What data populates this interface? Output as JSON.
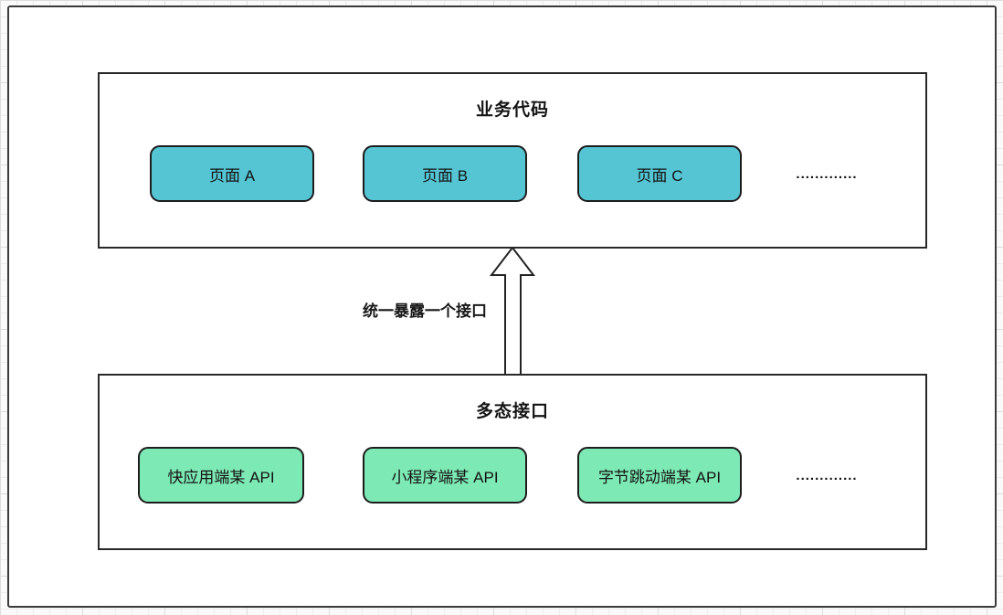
{
  "diagram": {
    "top_section": {
      "title": "业务代码",
      "items": [
        {
          "label": "页面 A"
        },
        {
          "label": "页面 B"
        },
        {
          "label": "页面 C"
        }
      ],
      "ellipsis": "............."
    },
    "bottom_section": {
      "title": "多态接口",
      "items": [
        {
          "label": "快应用端某 API"
        },
        {
          "label": "小程序端某 API"
        },
        {
          "label": "字节跳动端某 API"
        }
      ],
      "ellipsis": "............."
    },
    "arrow": {
      "label": "统一暴露一个接口",
      "direction": "up"
    },
    "colors": {
      "page_card_fill": "#55c5d4",
      "api_card_fill": "#7de9b4",
      "card_border": "#1d1d1d",
      "section_border": "#282828",
      "frame_border": "#3a3a3a",
      "background_grid": "#ececec"
    }
  }
}
